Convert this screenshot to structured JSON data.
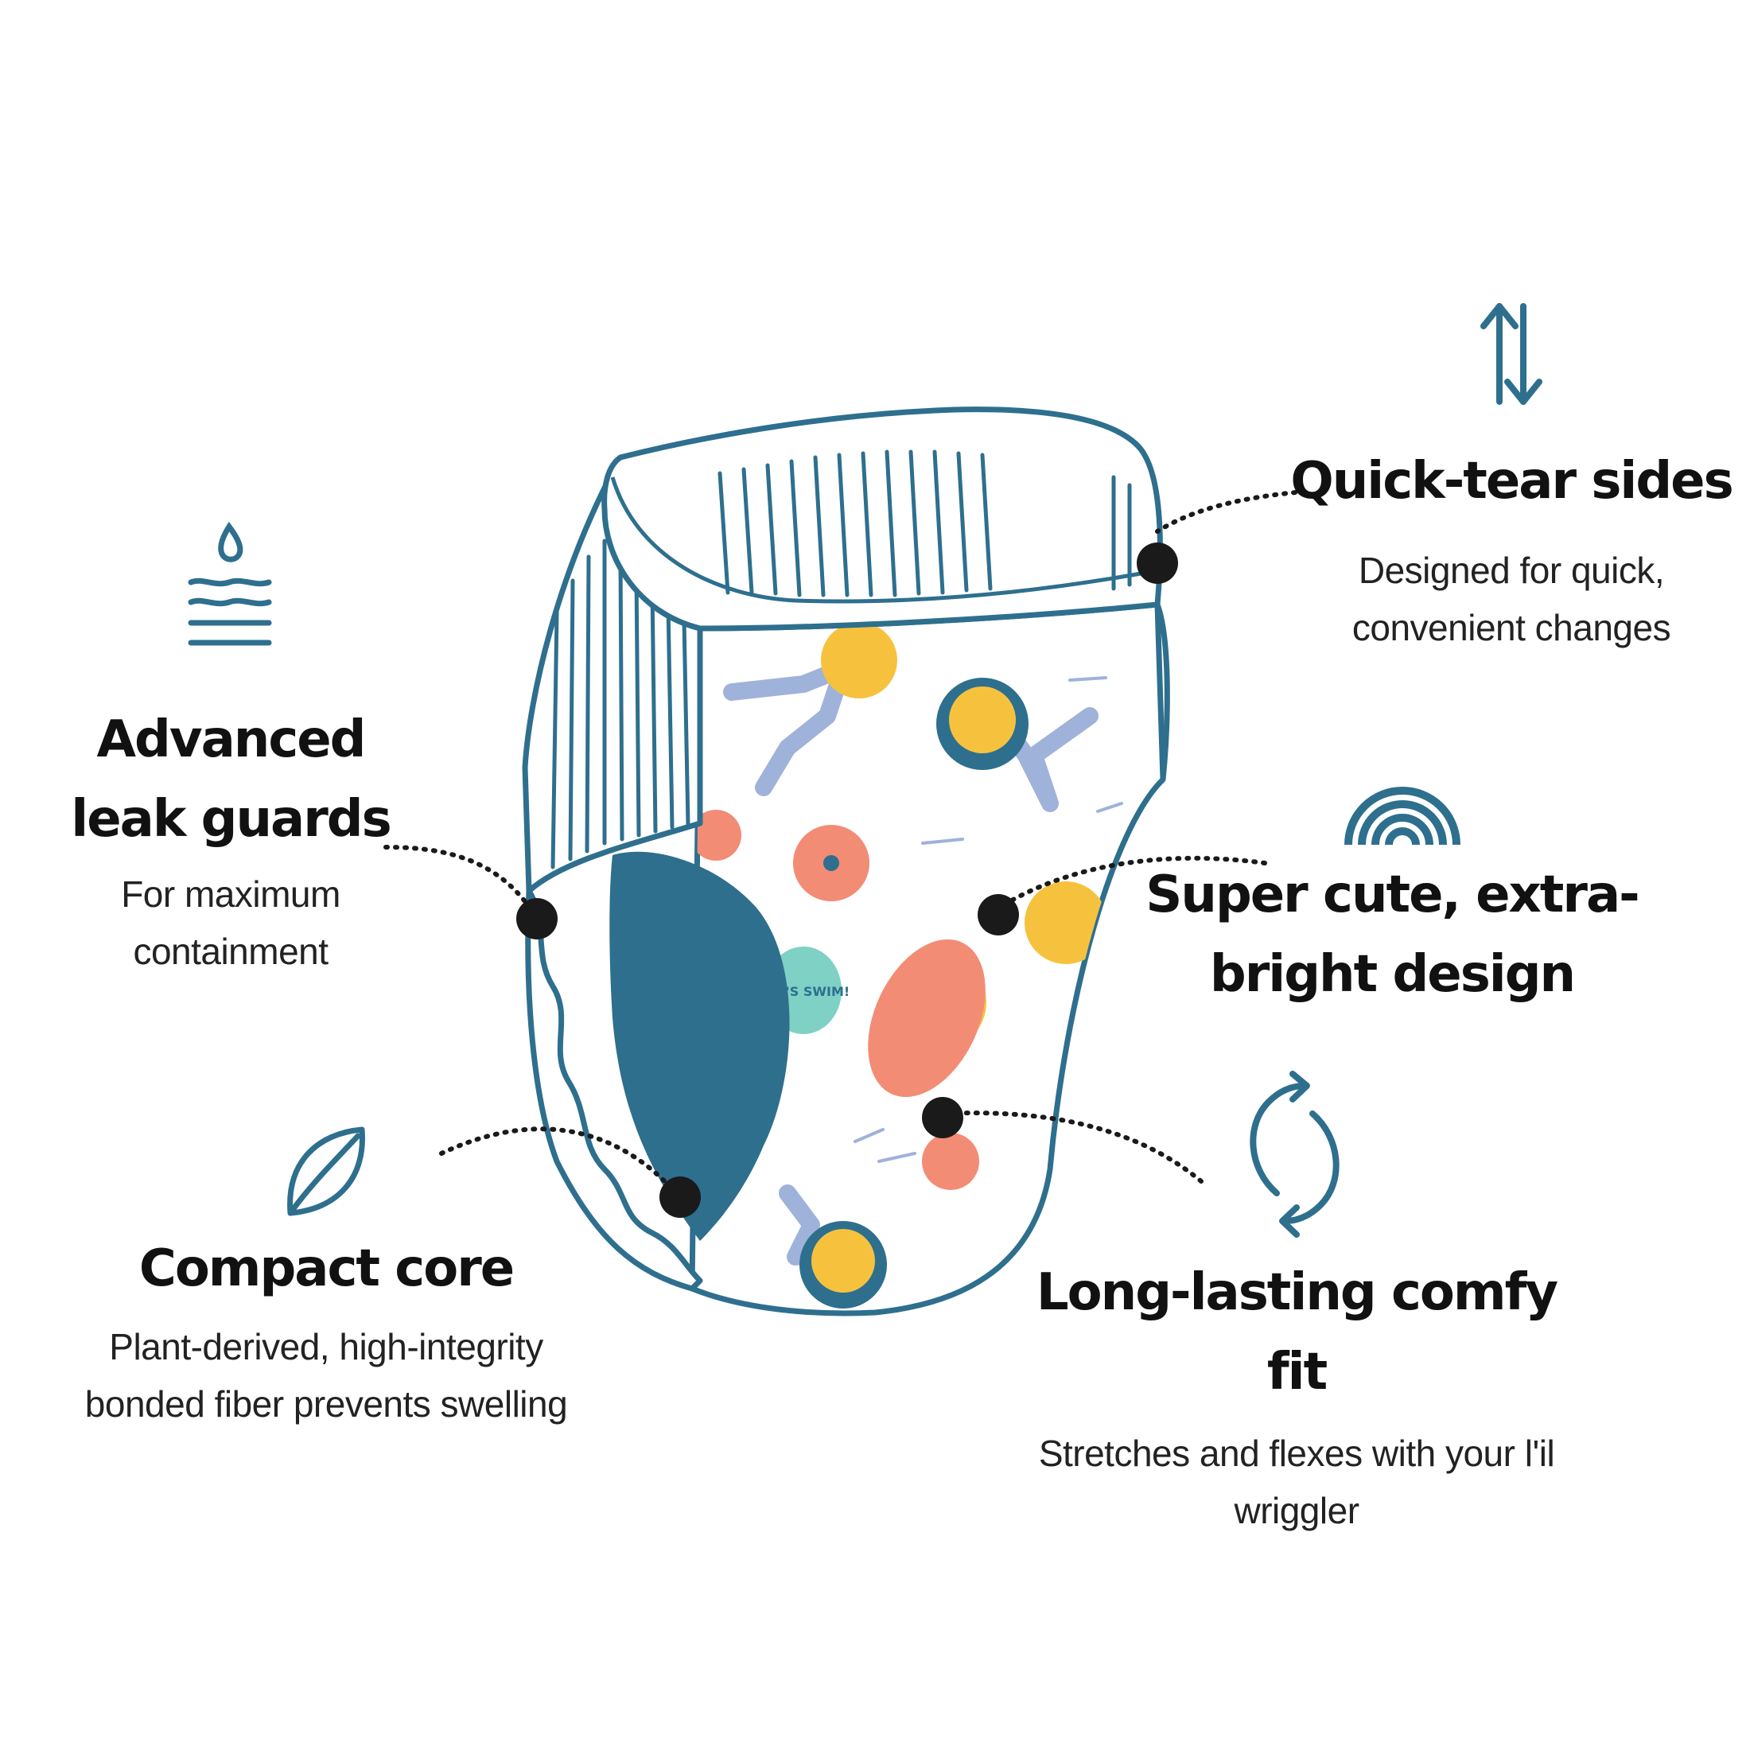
{
  "colors": {
    "outline": "#2e6f8e",
    "core_fill": "#2e6f8e",
    "dot": "#1a1a1a",
    "text": "#111111",
    "print_yellow": "#f6c23e",
    "print_coral": "#f28c74",
    "print_lavender": "#9fb2d9"
  },
  "diagram": {
    "name": "diaper",
    "bubble_text": "LET'S SWIM!"
  },
  "features": {
    "leak_guards": {
      "icon": "water-drop-layers-icon",
      "title": "Advanced leak guards",
      "description": "For maximum containment"
    },
    "compact_core": {
      "icon": "leaf-icon",
      "title": "Compact core",
      "description": "Plant-derived, high-integrity bonded fiber prevents swelling"
    },
    "quick_tear": {
      "icon": "up-down-arrows-icon",
      "title": "Quick-tear sides",
      "description": "Designed for quick, convenient changes"
    },
    "cute_design": {
      "icon": "rainbow-icon",
      "title": "Super cute, extra-bright design",
      "description": ""
    },
    "comfy_fit": {
      "icon": "refresh-cycle-icon",
      "title": "Long-lasting comfy fit",
      "description": "Stretches and flexes with your l'il wriggler"
    }
  }
}
